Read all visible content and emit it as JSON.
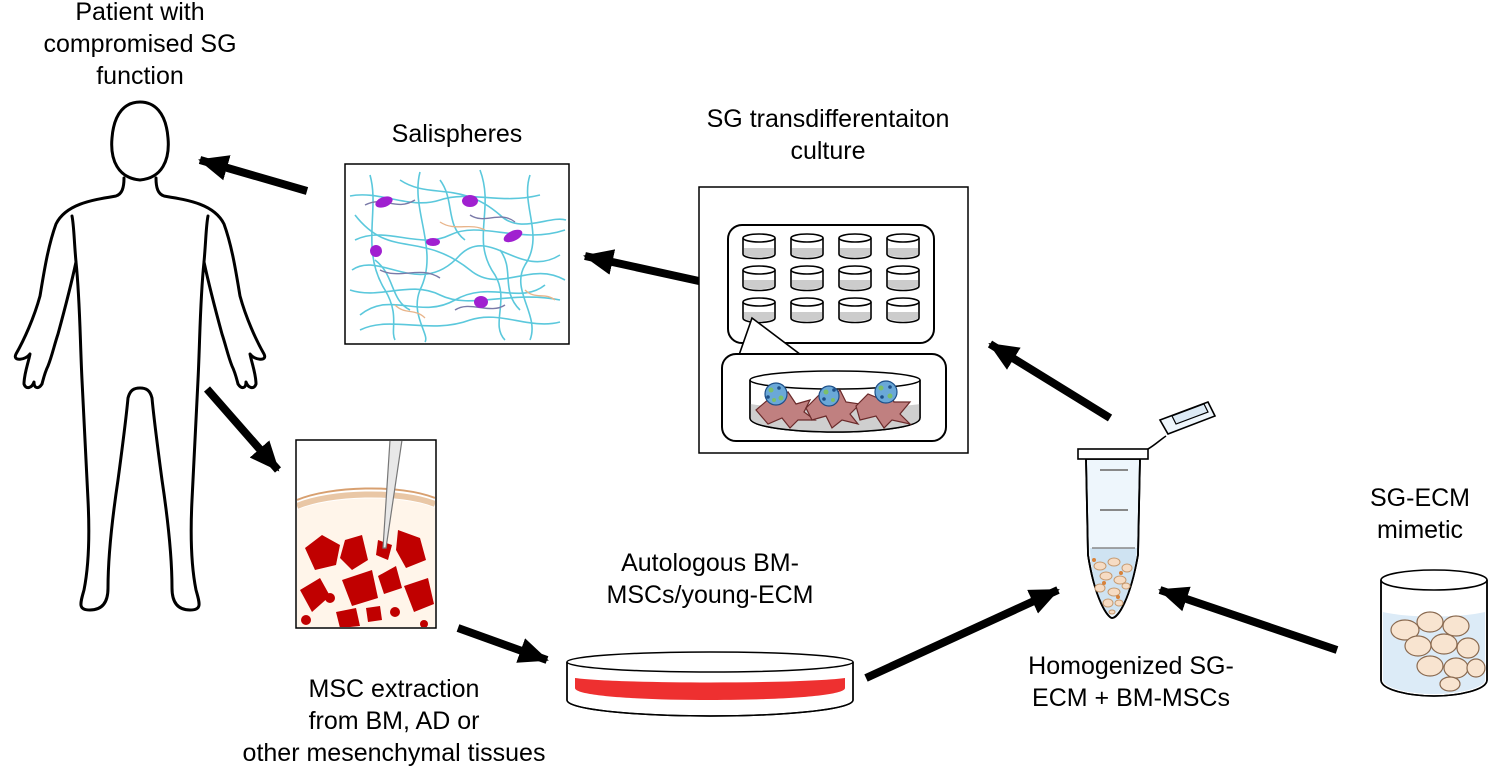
{
  "labels": {
    "patient": [
      "Patient with",
      "compromised SG",
      "function"
    ],
    "salispheres": [
      "Salispheres"
    ],
    "transdiff": [
      "SG transdifferentaiton",
      "culture"
    ],
    "autologous": [
      "Autologous BM-",
      "MSCs/young-ECM"
    ],
    "extraction": [
      "MSC extraction",
      "from BM, AD or",
      "other mesenchymal tissues"
    ],
    "homogenized": [
      "Homogenized SG-",
      "ECM + BM-MSCs"
    ],
    "mimetic": [
      "SG-ECM",
      "mimetic"
    ]
  },
  "colors": {
    "arrow": "#000000",
    "fiber": "#5bc8dc",
    "cell_purple": "#a020d0",
    "tissue_red": "#c00000",
    "dish_red": "#ee3030",
    "cell_pink": "#b06a6a",
    "spheroid_blue": "#3a8fd0",
    "hydrogel_bead": "#f6dcc4",
    "tube_liquid": "#cfe3f2"
  }
}
